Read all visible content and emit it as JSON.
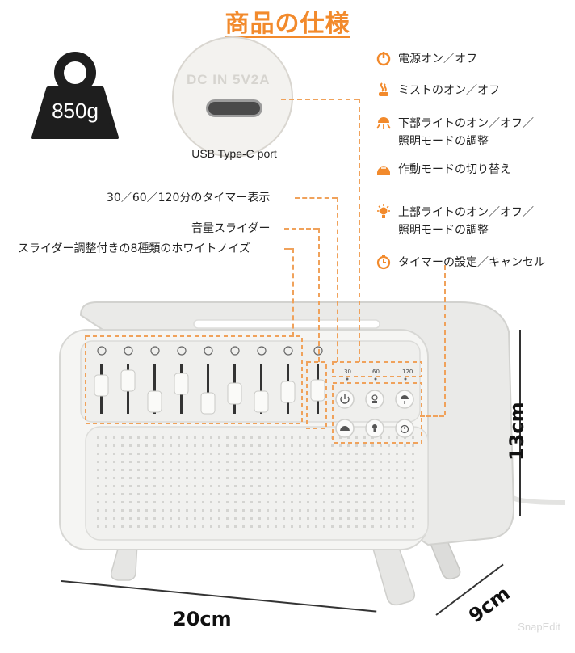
{
  "title": "商品の仕様",
  "weight": "850g",
  "port": {
    "engraving": "DC IN 5V2A",
    "label": "USB Type-C port"
  },
  "left_labels": {
    "timer_display": "30／60／120分のタイマー表示",
    "volume_slider": "音量スライダー",
    "white_noise": "スライダー調整付きの8種類のホワイトノイズ"
  },
  "features": [
    {
      "icon": "power-icon",
      "text": "電源オン／オフ"
    },
    {
      "icon": "mist-icon",
      "text": "ミストのオン／オフ"
    },
    {
      "icon": "lower-light-icon",
      "text": "下部ライトのオン／オフ／\n照明モードの調整"
    },
    {
      "icon": "mode-icon",
      "text": "作動モードの切り替え"
    },
    {
      "icon": "upper-light-icon",
      "text": "上部ライトのオン／オフ／\n照明モードの調整"
    },
    {
      "icon": "timer-icon",
      "text": "タイマーの設定／キャンセル"
    }
  ],
  "device": {
    "timer_labels": [
      "30",
      "60",
      "120"
    ]
  },
  "dimensions": {
    "width": "20cm",
    "height": "13cm",
    "depth": "9cm"
  },
  "watermark": "SnapEdit",
  "colors": {
    "accent": "#f28a2c",
    "dash": "#f0a25b",
    "device_body": "#f4f4f2",
    "weight_bg": "#1e1e1e"
  }
}
